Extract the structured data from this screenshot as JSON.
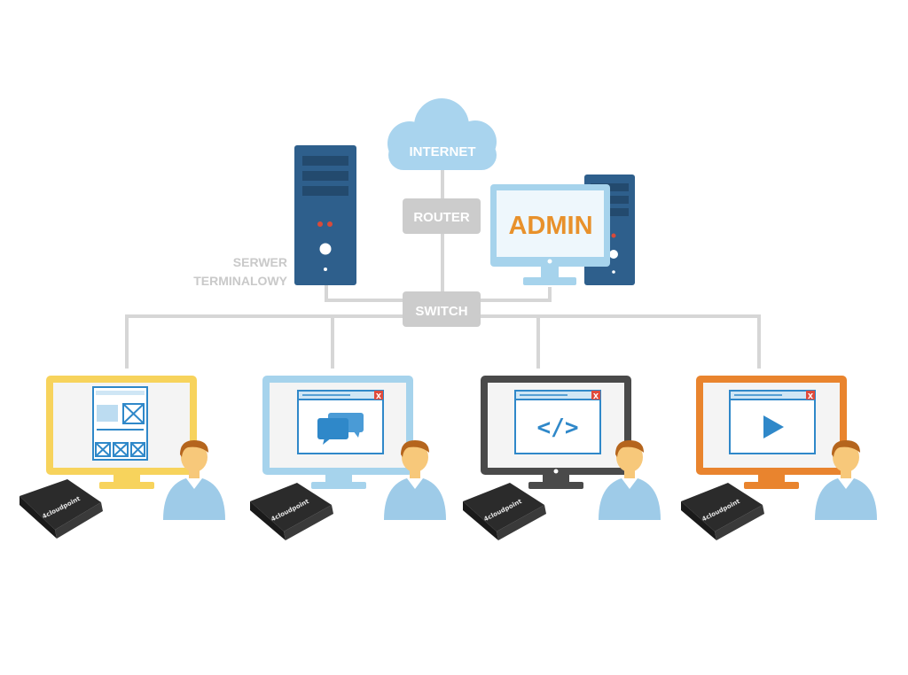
{
  "network": {
    "internet_label": "INTERNET",
    "router_label": "ROUTER",
    "switch_label": "SWITCH",
    "server_label_line1": "SERWER",
    "server_label_line2": "TERMINALOWY",
    "admin_label": "ADMIN"
  },
  "workstations": [
    {
      "frame_color": "#f7d35c",
      "stand_color": "#f7d35c",
      "screen_content": "wireframe"
    },
    {
      "frame_color": "#a6d3ec",
      "stand_color": "#a6d3ec",
      "screen_content": "chat"
    },
    {
      "frame_color": "#4a4a4a",
      "stand_color": "#4a4a4a",
      "screen_content": "code",
      "code_glyph": "</>"
    },
    {
      "frame_color": "#e9842e",
      "stand_color": "#e9842e",
      "screen_content": "video"
    }
  ],
  "window_close_glyph": "X",
  "thin_client_brand": "4cloudpoint",
  "colors": {
    "line": "#d6d6d6",
    "label_box": "#cccccc",
    "server_blue": "#2e5f8c",
    "cloud": "#a9d4ee",
    "person_skin": "#f7c87a",
    "person_hair": "#b5651d",
    "person_shirt": "#9ecbe8",
    "window_blue": "#2f88c9",
    "close_red": "#e04a3b"
  }
}
